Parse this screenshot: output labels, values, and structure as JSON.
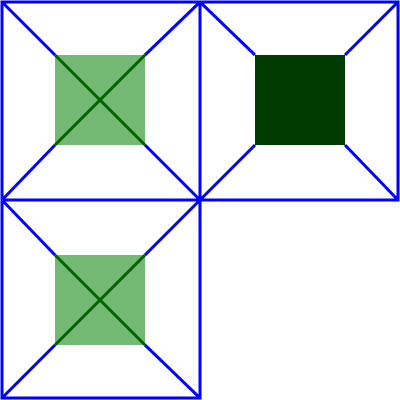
{
  "colors": {
    "background": "#ffffff",
    "line": "#0000ff",
    "fill_light": "#73b873",
    "fill_dark": "#003b00",
    "diagonal_dark": "#006400"
  },
  "tiles": [
    {
      "id": "top-left",
      "center_style": "translucent-square-with-diagonals",
      "center_color": "#73b873"
    },
    {
      "id": "top-right",
      "center_style": "solid-square",
      "center_color": "#003b00"
    },
    {
      "id": "bottom-left",
      "center_style": "translucent-square-with-diagonals",
      "center_color": "#73b873"
    }
  ]
}
